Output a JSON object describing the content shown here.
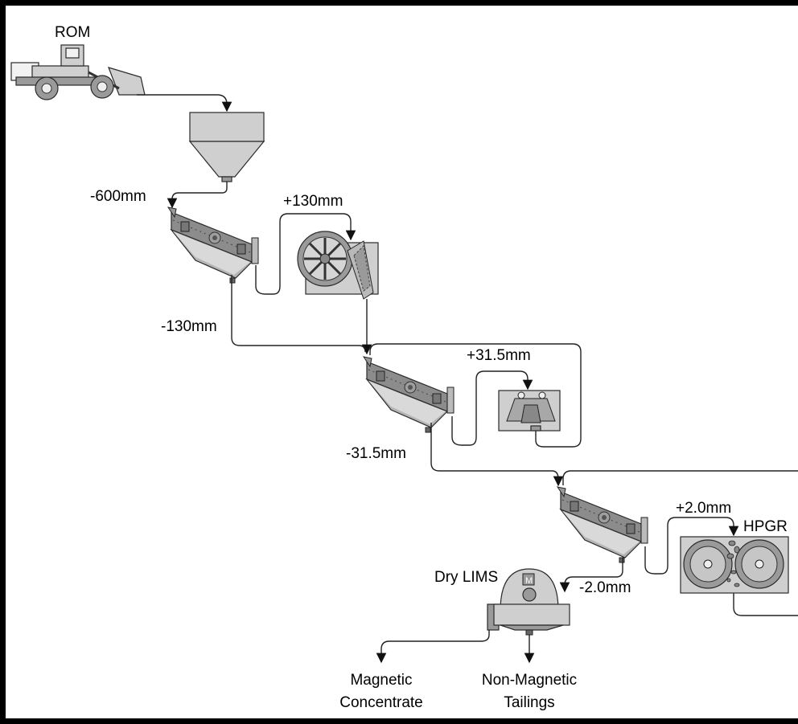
{
  "labels": {
    "rom": "ROM",
    "size_600": "-600mm",
    "size_plus_130": "+130mm",
    "size_minus_130": "-130mm",
    "size_plus_31_5": "+31.5mm",
    "size_minus_31_5": "-31.5mm",
    "size_plus_2_0": "+2.0mm",
    "size_minus_2_0": "-2.0mm",
    "hpgr": "HPGR",
    "dry_lims": "Dry LIMS",
    "magnetic_line1": "Magnetic",
    "magnetic_line2": "Concentrate",
    "nonmag_line1": "Non-Magnetic",
    "nonmag_line2": "Tailings"
  },
  "equipment": [
    {
      "name": "loader",
      "icon": "front-loader-icon"
    },
    {
      "name": "feed-bin",
      "icon": "hopper-icon"
    },
    {
      "name": "screen-1",
      "icon": "vibrating-screen-icon"
    },
    {
      "name": "jaw-crusher",
      "icon": "jaw-crusher-icon"
    },
    {
      "name": "screen-2",
      "icon": "vibrating-screen-icon"
    },
    {
      "name": "cone-crusher",
      "icon": "cone-crusher-icon"
    },
    {
      "name": "screen-3",
      "icon": "vibrating-screen-icon"
    },
    {
      "name": "hpgr",
      "icon": "hpgr-icon"
    },
    {
      "name": "dry-lims",
      "icon": "magnetic-separator-icon"
    }
  ]
}
